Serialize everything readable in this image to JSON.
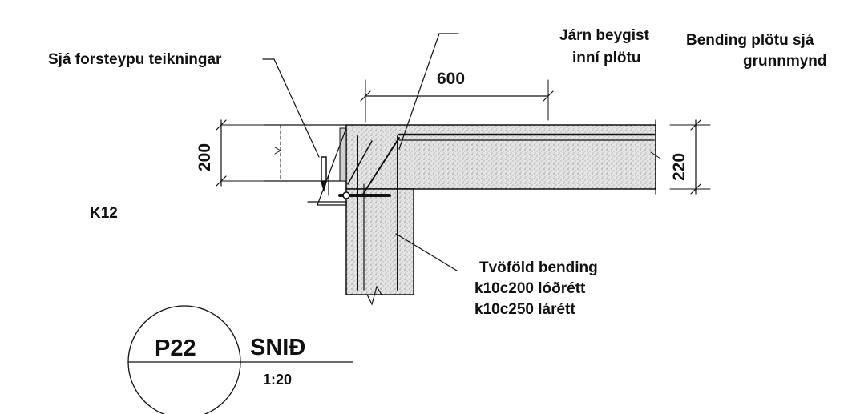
{
  "section": {
    "circle_label": "P22",
    "title": "SNIÐ",
    "scale": "1:20"
  },
  "notes": {
    "left_ref": "Sjá forsteypu teikningar",
    "top_line1": "Járn beygist",
    "top_line2": "inní plötu",
    "right_line1": "Bending plötu sjá",
    "right_line2": "grunnmynd",
    "bottom_line1": "Tvöföld bending",
    "bottom_line2": "k10c200 lóðrétt",
    "bottom_line3": "k10c250 lárétt",
    "side_tag": "K12"
  },
  "dimensions": {
    "width_600": "600",
    "height_200": "200",
    "height_220": "220"
  }
}
